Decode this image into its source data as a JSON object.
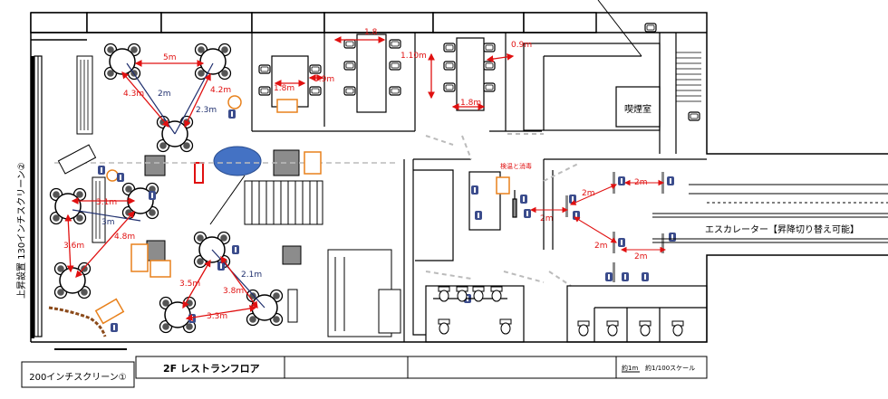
{
  "labels": {
    "bottom_screen": "200インチスクリーン①",
    "left_screen_vertical": "上昇設置 130インチスクリーン②",
    "floor_title": "2F レストランフロア",
    "scale_1m": "約1m",
    "scale_note": "約1/100スケール",
    "smoking_room": "喫煙室",
    "escalator": "エスカレーター【昇降切り替え可能】",
    "inspection_disinfection": "検温と消毒"
  },
  "distances": [
    "5m",
    "4.3m",
    "2m",
    "4.2m",
    "2.3m",
    "1.8m",
    "0.9m",
    "1.8",
    "1.10m",
    "1.8m",
    "0.9m",
    "3.1m",
    "3m",
    "3.6m",
    "4.8m",
    "2.1m",
    "3.5m",
    "3.8m",
    "3.3m",
    "2m",
    "2m",
    "2m",
    "2m",
    "2m"
  ],
  "colors": {
    "measure_red": "#e01010",
    "measure_line": "#1f2f6e",
    "wall": "#000000",
    "fill_gray": "#8c8c8c",
    "orange": "#e8811c",
    "oval_blue": "#4472c4",
    "dashed_gray": "#bbbbbb"
  }
}
